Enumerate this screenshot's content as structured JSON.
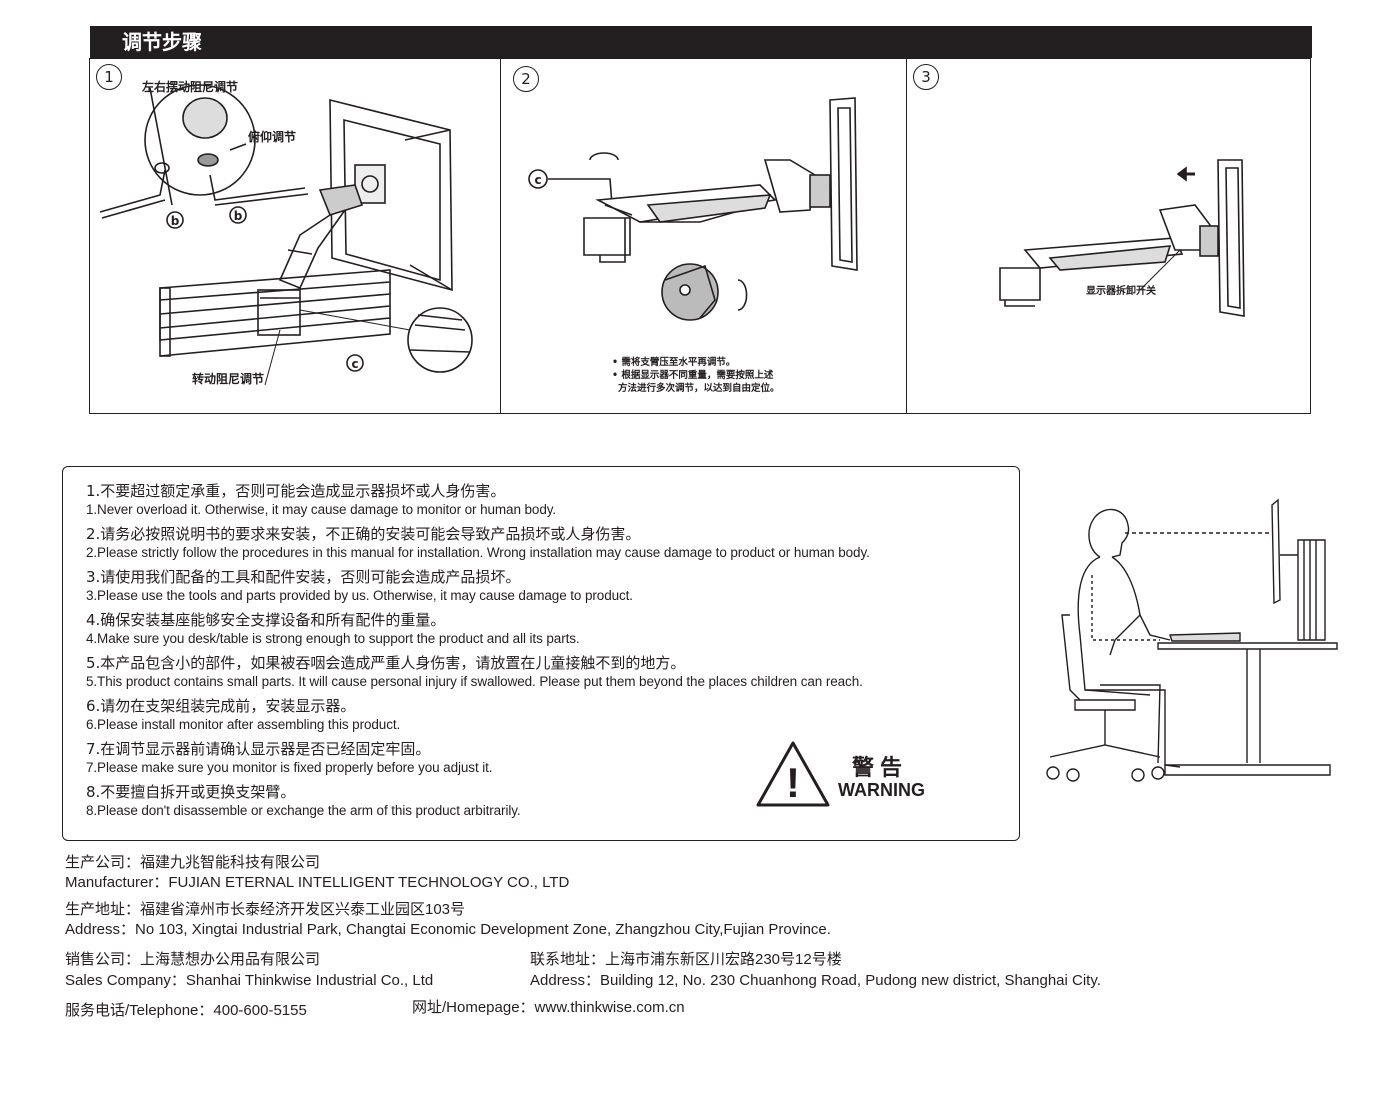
{
  "header": {
    "title": "调节步骤"
  },
  "steps": [
    {
      "num": "1",
      "labels": {
        "swing": "左右摆动阻尼调节",
        "tilt": "俯仰调节",
        "rotate": "转动阻尼调节"
      },
      "callouts": {
        "b1": "b",
        "b2": "b",
        "c": "c"
      }
    },
    {
      "num": "2",
      "callouts": {
        "c": "c"
      },
      "notes": [
        "• 需将支臂压至水平再调节。",
        "• 根据显示器不同重量，需要按照上述",
        "方法进行多次调节，以达到自由定位。"
      ]
    },
    {
      "num": "3",
      "labels": {
        "release": "显示器拆卸开关"
      }
    }
  ],
  "warnings": [
    {
      "cn": "1.不要超过额定承重，否则可能会造成显示器损坏或人身伤害。",
      "en": "1.Never overload it. Otherwise, it may cause damage to monitor or human body."
    },
    {
      "cn": "2.请务必按照说明书的要求来安装，不正确的安装可能会导致产品损坏或人身伤害。",
      "en": "2.Please strictly follow the procedures in this manual for installation. Wrong installation may cause damage to product or human body."
    },
    {
      "cn": "3.请使用我们配备的工具和配件安装，否则可能会造成产品损坏。",
      "en": "3.Please use the tools and parts provided by us. Otherwise, it may cause damage to product."
    },
    {
      "cn": "4.确保安装基座能够安全支撑设备和所有配件的重量。",
      "en": "4.Make sure you desk/table is strong enough to support the product and all its parts."
    },
    {
      "cn": "5.本产品包含小的部件，如果被吞咽会造成严重人身伤害，请放置在儿童接触不到的地方。",
      "en": "5.This product contains small parts. It will cause personal injury if swallowed. Please put them beyond the places children can reach."
    },
    {
      "cn": "6.请勿在支架组装完成前，安装显示器。",
      "en": "6.Please install monitor after assembling this product."
    },
    {
      "cn": "7.在调节显示器前请确认显示器是否已经固定牢固。",
      "en": "7.Please make sure you monitor is fixed properly before you adjust it."
    },
    {
      "cn": "8.不要擅自拆开或更换支架臂。",
      "en": "8.Please don't disassemble or exchange the arm of this product arbitrarily."
    }
  ],
  "warning_sign": {
    "cn": "警告",
    "en": "WARNING",
    "symbol": "!"
  },
  "company": {
    "manufacturer_cn": "生产公司：福建九兆智能科技有限公司",
    "manufacturer_en": "Manufacturer：FUJIAN ETERNAL INTELLIGENT TECHNOLOGY CO., LTD",
    "address_cn": "生产地址：福建省漳州市长泰经济开发区兴泰工业园区103号",
    "address_en": "Address：No 103, Xingtai Industrial Park, Changtai Economic Development Zone, Zhangzhou City,Fujian Province.",
    "sales_cn": "销售公司：上海慧想办公用品有限公司",
    "sales_en": "Sales Company：Shanhai Thinkwise Industrial Co., Ltd",
    "contact_cn": "联系地址：上海市浦东新区川宏路230号12号楼",
    "contact_en": "Address：Building 12, No. 230 Chuanhong Road, Pudong new district, Shanghai City.",
    "telephone": "服务电话/Telephone：400-600-5155",
    "homepage": "网址/Homepage：www.thinkwise.com.cn"
  }
}
